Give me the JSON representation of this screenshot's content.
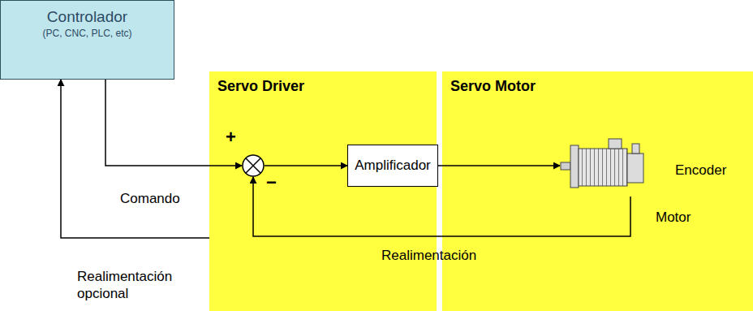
{
  "diagram": {
    "nodes": [
      {
        "text": [
          "Controlador",
          "(PC, CNC, PLC, etc)"
        ]
      },
      {
        "text": [
          "Servo Driver"
        ]
      },
      {
        "text": [
          "+",
          "−"
        ],
        "in": 1
      },
      {
        "text": [
          "Amplificador"
        ],
        "in": 1
      },
      {
        "text": [
          "Servo Motor"
        ]
      },
      {
        "text": [
          "Encoder",
          "Motor"
        ],
        "in": 4
      }
    ],
    "edges": [
      {
        "from": 0,
        "to": 2,
        "label": "Comando",
        "arrow": "to"
      },
      {
        "from": 2,
        "to": 3,
        "arrow": "to"
      },
      {
        "from": 3,
        "to": 5,
        "arrow": "to"
      },
      {
        "from": 5,
        "to": 2,
        "label": "Realimentación",
        "arrow": "to"
      },
      {
        "from": 1,
        "to": 0,
        "label": "Realimentación opcional",
        "arrow": "to"
      }
    ]
  }
}
